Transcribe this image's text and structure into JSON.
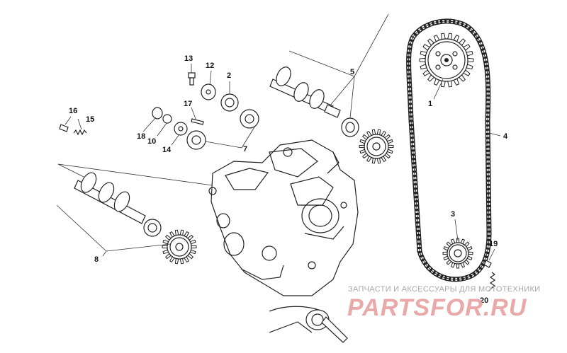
{
  "callouts": [
    "1",
    "2",
    "3",
    "4",
    "5",
    "7",
    "8",
    "10",
    "12",
    "13",
    "14",
    "15",
    "16",
    "17",
    "18",
    "19",
    "20"
  ],
  "watermark": {
    "tagline": "ЗАПЧАСТИ И АКСЕССУАРЫ ДЛЯ МОТОТЕХНИКИ",
    "logo": "PARTSFOR.RU",
    "logo_color": "#e8a0a0"
  }
}
